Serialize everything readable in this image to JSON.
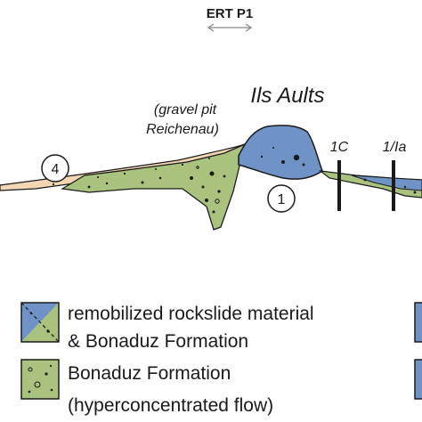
{
  "header": {
    "profile_label": "ERT  P1"
  },
  "section": {
    "place_label": "Ils Aults",
    "gravel_pit_line1": "(gravel pit",
    "gravel_pit_line2": "Reichenau)",
    "marker_4": "4",
    "marker_1": "1",
    "borehole_1c": "1C",
    "borehole_1ia": "1/Ia"
  },
  "legend": {
    "item1_line1": "remobilized rockslide material",
    "item1_line2": "& Bonaduz Formation",
    "item2_line1": "Bonaduz Formation",
    "item2_line2": "(hyperconcentrated flow)"
  },
  "colors": {
    "rockslide_blue": "#6f93c6",
    "bonaduz_green": "#a9c27d",
    "gravel_tan": "#f3d6b3",
    "outline": "#1a1a1a",
    "arrow_gray": "#888888"
  }
}
